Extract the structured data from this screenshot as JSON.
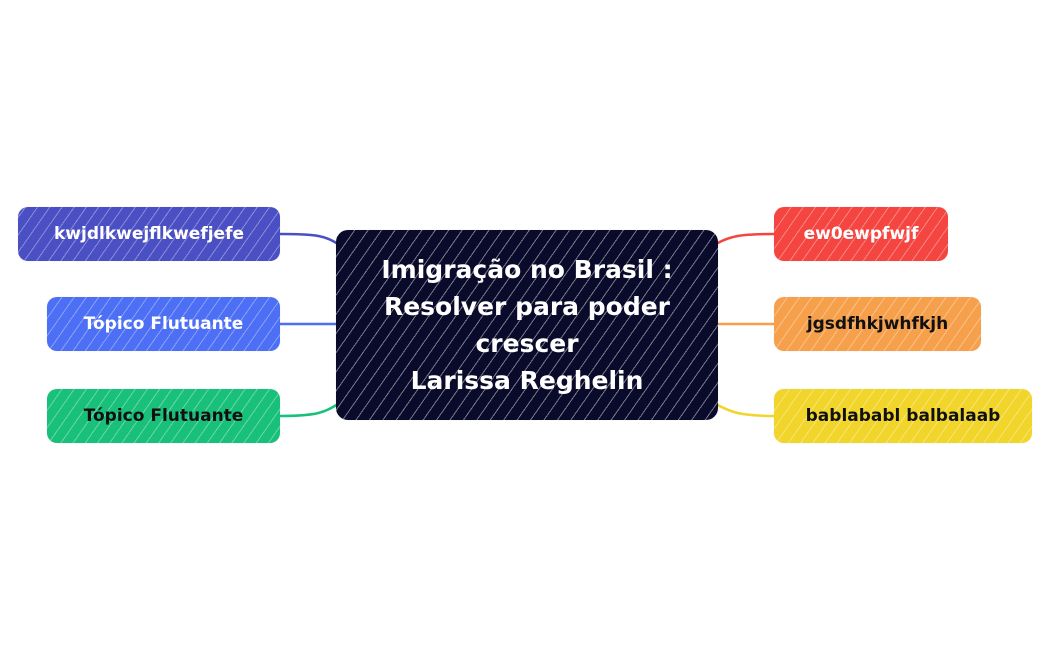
{
  "mindmap": {
    "central": {
      "text": "Imigração no Brasil :\nResolver para poder\ncrescer\nLarissa Reghelin",
      "color": "#0a0a2a",
      "text_color": "#ffffff"
    },
    "left_topics": [
      {
        "label": "kwjdlkwejflkwefjefe",
        "color": "#4b4fc4",
        "text_color": "#ffffff",
        "line_color": "#4b4fc4"
      },
      {
        "label": "Tópico Flutuante",
        "color": "#4d6ff5",
        "text_color": "#ffffff",
        "line_color": "#4d6ff5"
      },
      {
        "label": "Tópico Flutuante",
        "color": "#18c07a",
        "text_color": "#111111",
        "line_color": "#18c07a"
      }
    ],
    "right_topics": [
      {
        "label": "ew0ewpfwjf",
        "color": "#f44541",
        "text_color": "#ffffff",
        "line_color": "#f44541"
      },
      {
        "label": "jgsdfhkjwhfkjh",
        "color": "#f6a04c",
        "text_color": "#111111",
        "line_color": "#f6a04c"
      },
      {
        "label": "bablababl balbalaab",
        "color": "#f1d52a",
        "text_color": "#111111",
        "line_color": "#f1d52a"
      }
    ]
  }
}
